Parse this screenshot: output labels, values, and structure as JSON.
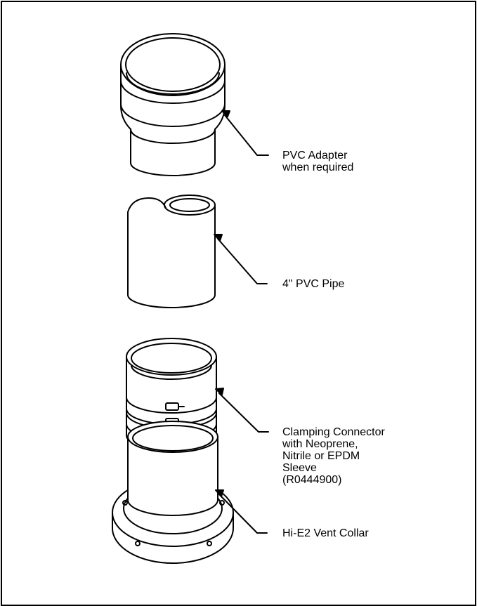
{
  "labels": {
    "pvc_adapter": "PVC Adapter\nwhen required",
    "pvc_pipe": "4\" PVC Pipe",
    "clamping_connector": "Clamping Connector\nwith Neoprene,\nNitrile or EPDM\nSleeve\n(R0444900)",
    "vent_collar": "Hi-E2 Vent Collar"
  },
  "colors": {
    "line": "#000000",
    "background": "#ffffff"
  }
}
